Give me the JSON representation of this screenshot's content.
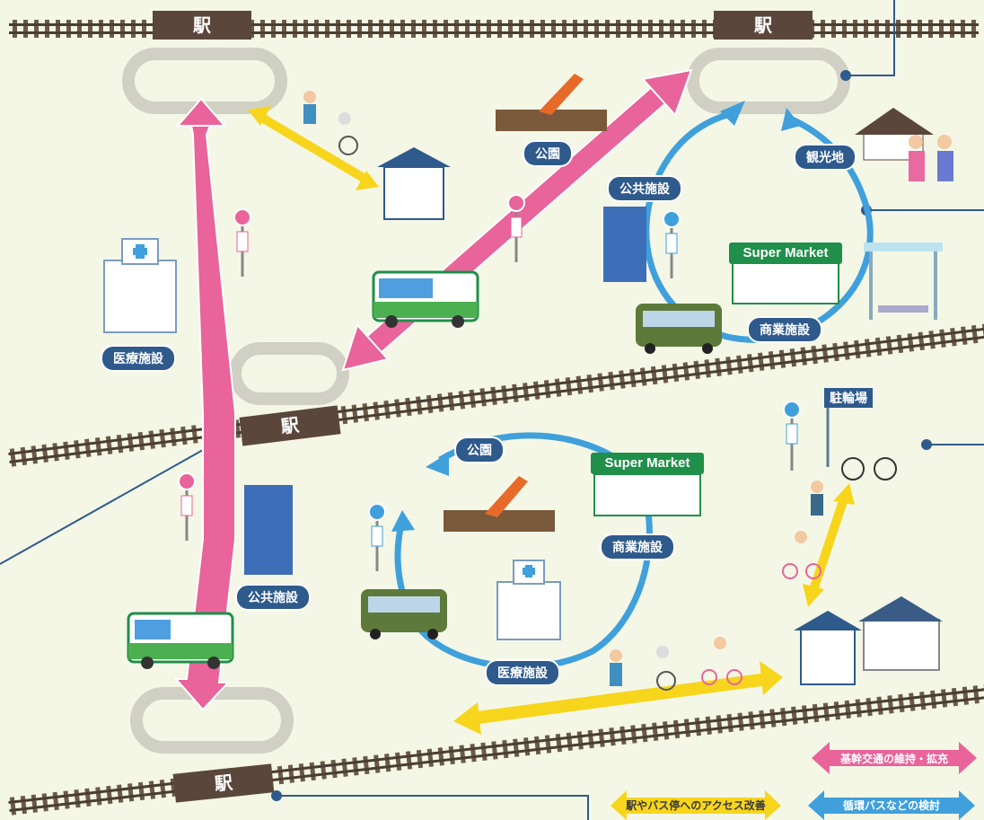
{
  "stations": [
    "駅",
    "駅",
    "駅",
    "駅"
  ],
  "places": {
    "park_top": "公園",
    "public_top": "公共施設",
    "tourist": "観光地",
    "medical_left": "医療施設",
    "commercial_top": "商業施設",
    "public_bottom": "公共施設",
    "park_bottom": "公園",
    "commercial_bottom": "商業施設",
    "medical_bottom": "医療施設"
  },
  "store_signs": [
    "Super Market",
    "Super Market"
  ],
  "bike_parking": "駐輪場",
  "legend": {
    "trunk": "基幹交通の維持・拡充",
    "access": "駅やバス停へのアクセス改善",
    "loop": "循環バスなどの検討"
  },
  "colors": {
    "trunk": "#e8649a",
    "loop": "#3fa0dc",
    "access": "#f7d51c",
    "label": "#2e5a8c",
    "station": "#5b463c",
    "background": "#f4f7e6"
  }
}
